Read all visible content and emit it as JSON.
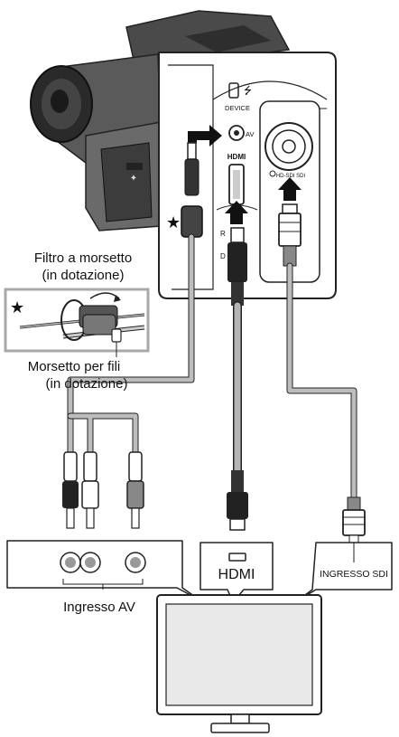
{
  "callouts": {
    "clamp_filter_line1": "Filtro a morsetto",
    "clamp_filter_line2": "(in dotazione)",
    "cable_clamp_line1": "Morsetto per fili",
    "cable_clamp_line2": "(in dotazione)"
  },
  "camera_panel": {
    "device_label": "DEVICE",
    "av_label": "AV",
    "hdmi_logo": "HDMI",
    "sdi_label": "HD-SDI SDI",
    "partial_r": "R",
    "partial_d": "D"
  },
  "tv_inputs": {
    "av_input_label": "Ingresso AV",
    "hdmi_label": "HDMI",
    "sdi_input_label": "INGRESSO SDI"
  },
  "markers": {
    "star": "★"
  },
  "colors": {
    "line": "#222222",
    "panel_fill": "#ffffff",
    "camera_dark": "#3a3a3a",
    "camera_mid": "#6e6e6e",
    "cable_gray": "#b5b5b5",
    "box_border": "#a8a8a8",
    "tv_screen": "#e8e8e8"
  }
}
